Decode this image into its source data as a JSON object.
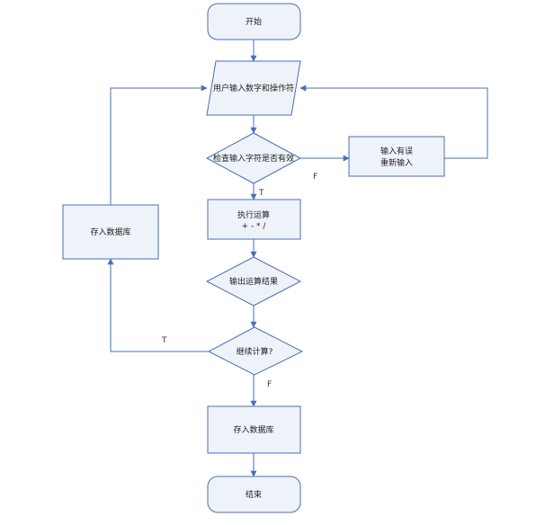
{
  "diagram": {
    "nodes": {
      "start": {
        "label": "开始"
      },
      "input": {
        "label": "用户输入数字和操作符"
      },
      "check": {
        "label": "检查输入字符是否有效"
      },
      "error": {
        "line1": "输入有误",
        "line2": "重新输入"
      },
      "execute": {
        "line1": "执行运算",
        "line2": "+ - * /"
      },
      "output": {
        "label": "输出运算结果"
      },
      "continue": {
        "label": "继续计算?"
      },
      "store_left": {
        "label": "存入数据库"
      },
      "store_bottom": {
        "label": "存入数据库"
      },
      "end": {
        "label": "结束"
      }
    },
    "edge_labels": {
      "check_true": "T",
      "check_false": "F",
      "continue_true": "T",
      "continue_false": "F"
    },
    "colors": {
      "stroke": "#4a6fb5",
      "fill": "#eef3fa"
    }
  }
}
